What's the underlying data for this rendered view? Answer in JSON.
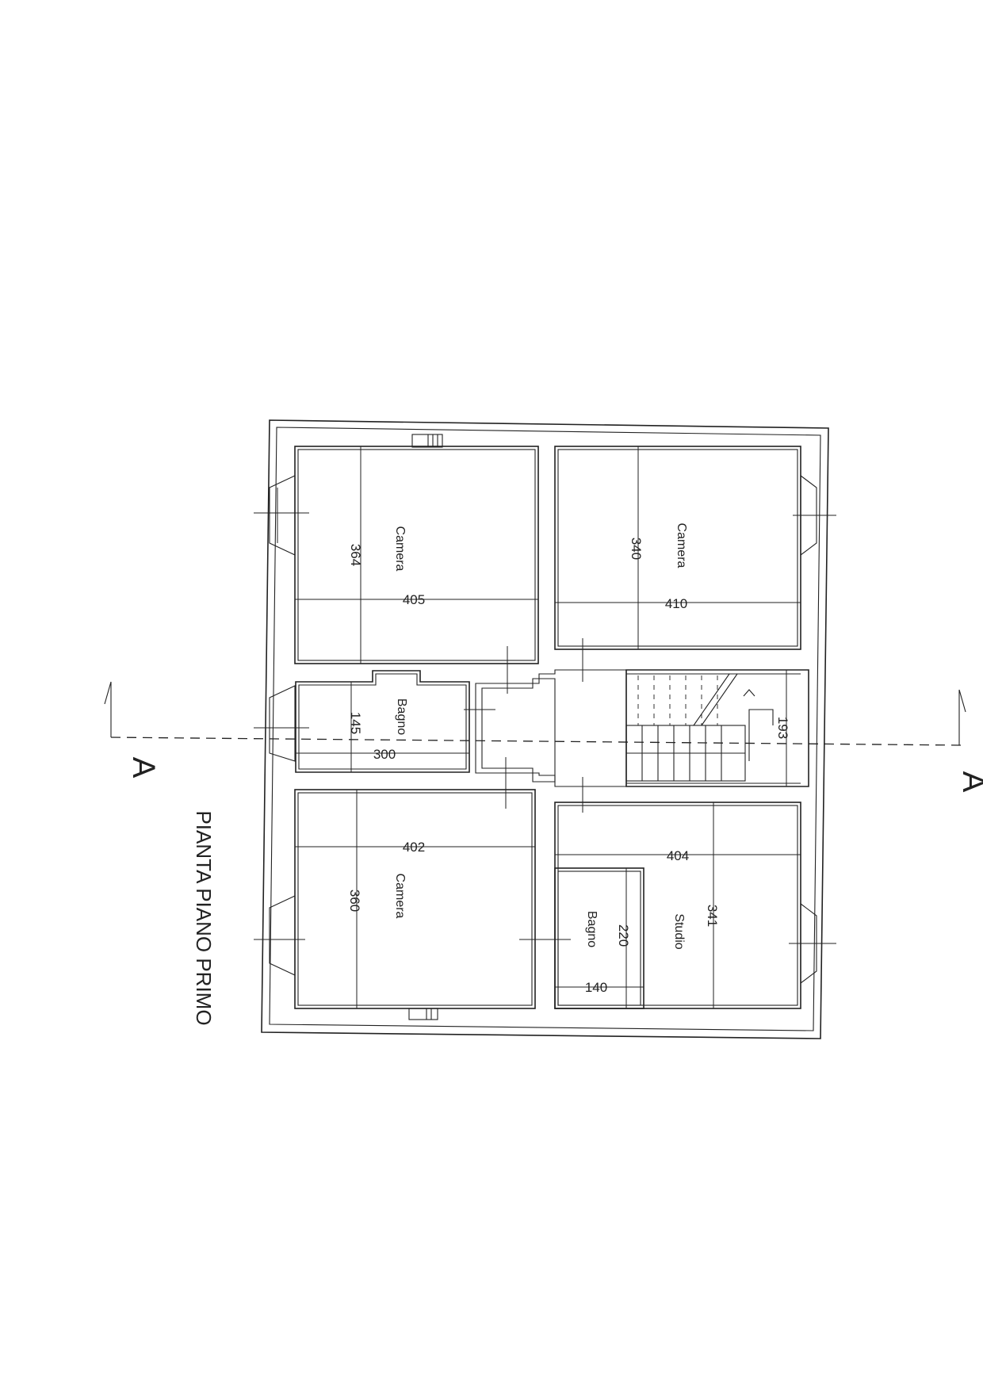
{
  "title": "PIANTA PIANO PRIMO",
  "section": {
    "left_label": "A",
    "right_label": "A"
  },
  "rooms": [
    {
      "id": "camera-top-left",
      "name": "Camera",
      "dim_a": "364",
      "dim_b": "405"
    },
    {
      "id": "camera-top-right",
      "name": "Camera",
      "dim_a": "340",
      "dim_b": "410"
    },
    {
      "id": "bagno-center",
      "name": "Bagno",
      "dim_a": "145",
      "dim_b": "300"
    },
    {
      "id": "camera-bottom-left",
      "name": "Camera",
      "dim_a": "402",
      "dim_b": "360"
    },
    {
      "id": "studio",
      "name": "Studio",
      "dim_a": "404",
      "dim_b": "341"
    },
    {
      "id": "bagno-small",
      "name": "Bagno",
      "dim_a": "220",
      "dim_b": "140"
    }
  ],
  "stair": {
    "dim": "193"
  }
}
